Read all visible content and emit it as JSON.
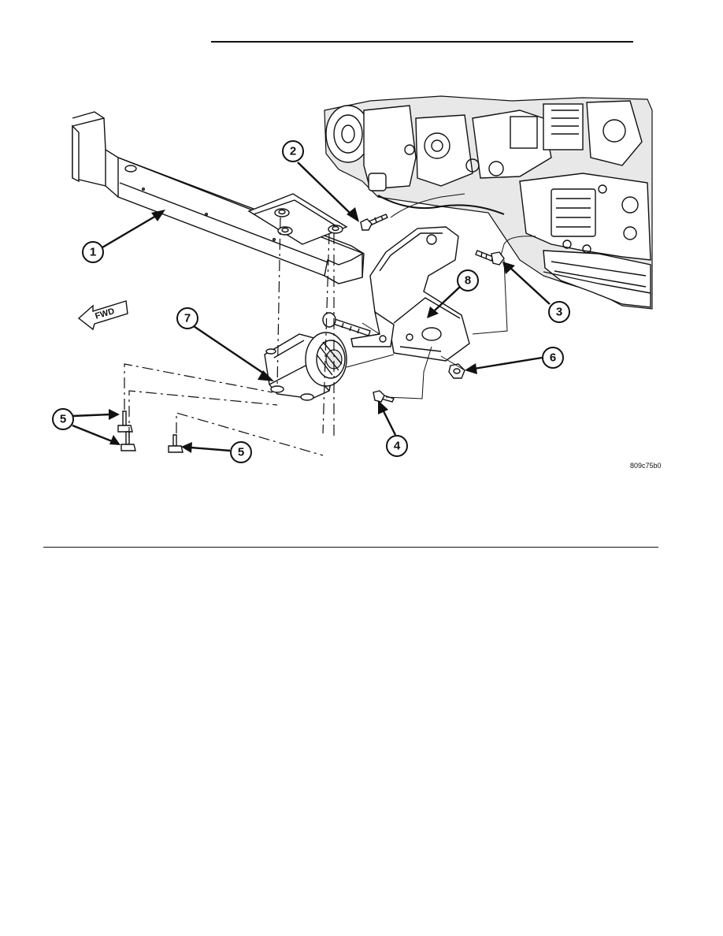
{
  "callouts": [
    "1",
    "2",
    "3",
    "4",
    "5",
    "6",
    "7",
    "8"
  ],
  "direction_label": "FWD",
  "figure_code": "809c75b0"
}
